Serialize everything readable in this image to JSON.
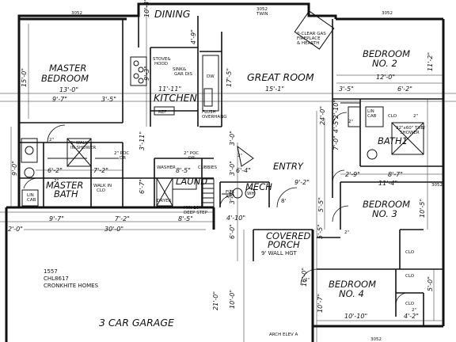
{
  "rooms": {
    "dining": "DINING",
    "master_bedroom_1": "MASTER",
    "master_bedroom_2": "BEDROOM",
    "kitchen": "KITCHEN",
    "great_room": "GREAT ROOM",
    "bedroom2_1": "BEDROOM",
    "bedroom2_2": "NO. 2",
    "bath1": "BATH1",
    "entry": "ENTRY",
    "bedroom3_1": "BEDROOM",
    "bedroom3_2": "NO. 3",
    "master_bath_1": "MASTER",
    "master_bath_2": "BATH",
    "laund": "LAUND",
    "mech": "MECH",
    "covered_porch_1": "COVERED",
    "covered_porch_2": "PORCH",
    "bedroom4_1": "BEDROOM",
    "bedroom4_2": "NO. 4",
    "garage": "3 CAR GARAGE"
  },
  "room_dims": {
    "master_bedroom": "13'-0\"",
    "kitchen": "11'-11\"",
    "great_room": "15'-1\"",
    "bedroom2": "12'-0\"",
    "bath1": "8'-7\"",
    "entry": "9'-2\"",
    "bedroom3": "11'-4\"",
    "master_bath": "6'-2\"",
    "walk_in": "7'-2\"",
    "laund": "8'-5\"",
    "mech": "6'-4\"",
    "bedroom4": "10'-10\""
  },
  "dimensions": {
    "top_3052_left": "3052",
    "top_3052_twin_1": "3052",
    "top_3052_twin_2": "TWIN",
    "top_3052_right": "3052",
    "right_3052": "3052",
    "bottom_3052": "3052",
    "d_10_3": "10'-3\"",
    "d_4_9": "4'-9\"",
    "d_9_3": "9'-3\"",
    "d_17_5": "17'-5\"",
    "d_15_0": "15'-0\"",
    "d_24_0": "24'-0\"",
    "d_11_2": "11'-2\"",
    "d_9_7a": "9'-7\"",
    "d_3_5a": "3'-5\"",
    "d_3_5b": "3'-5\"",
    "d_6_2a": "6'-2\"",
    "d_2_9": "2'-9\"",
    "d_10_5": "10'-5\"",
    "d_9_7b": "9'-7\"",
    "d_7_2": "7'-2\"",
    "d_8_5": "8'-5\"",
    "d_2_0": "2'-0\"",
    "d_30_0": "30'-0\"",
    "d_4_10": "4'-10\"",
    "d_3_7": "3'-7\"",
    "d_3_0": "3'-0\"",
    "d_6_0": "6'-0\"",
    "d_16_0": "16'-0\"",
    "d_21_0": "21'-0\"",
    "d_10_0": "10'-0\"",
    "d_10_7": "10'-7\"",
    "d_5_5": "5'-5\"",
    "d_5_0": "5'-0\"",
    "d_4_2": "4'-2\"",
    "d_4_5": "4'-5\"",
    "d_7_0": "7'-0\"",
    "d_9_0": "9'-0\"",
    "d_3_11": "3'-11\"",
    "d_6_7": "6'-7\"",
    "d_2_10": "2'-10\"",
    "d_5_5b": "5'-5\"",
    "d_3_0b": "3'-0\""
  },
  "notes": {
    "stove_1": "STOVE&",
    "stove_2": "HOOD",
    "sink_1": "SINK&",
    "sink_2": "GAR DIS",
    "dw": "DW",
    "ref": "REF",
    "flush_1": "FLUSH",
    "flush_2": "OVERHANG",
    "fireplace_1": "0-CLEAR GAS",
    "fireplace_2": "FIREPLACE",
    "fireplace_3": "& HEARTH",
    "lin_cab_bath": "LIN",
    "lin_cab_bath_2": "CAB",
    "clo_bath": "CLO",
    "shower_1": "32\"x60\" TUB/",
    "shower_2": "SHOWER",
    "walk_in_shower_1": "5' WALK",
    "walk_in_shower_2": "IN SHOWER",
    "lin_cab_master_1": "LIN",
    "lin_cab_master_2": "CAB",
    "walk_in_clo_1": "WALK IN",
    "walk_in_clo_2": "CLO",
    "pocket_dr_1": "2\" POC",
    "pocket_dr_2": "DR",
    "pocket_dr_3": "2\" POC",
    "pocket_dr_4": "DR",
    "washer": "WASHER",
    "dryer": "DRYER",
    "cubbies": "CUBBIES",
    "step_1": "MIN 10\"",
    "step_2": "DEEP STEP",
    "fur": "FUR",
    "ac": "A/C",
    "wh": "WH",
    "wall_hgt": "9' WALL HGT",
    "clo_b3": "CLO",
    "clo_b4a": "CLO",
    "clo_b4b": "CLO",
    "arch": "ARCH ELEV A",
    "eight_a": "8'",
    "two_a": "2\"",
    "two_b": "2\"",
    "two_c": "2\"",
    "two_d": "2\"",
    "two_e": "2\"",
    "two_f": "2\"",
    "two_g": "2\"",
    "two_h": "2\""
  },
  "title_block": {
    "line1": "1557",
    "line2": "CHL8617",
    "line3": "CRONKHITE HOMES"
  }
}
